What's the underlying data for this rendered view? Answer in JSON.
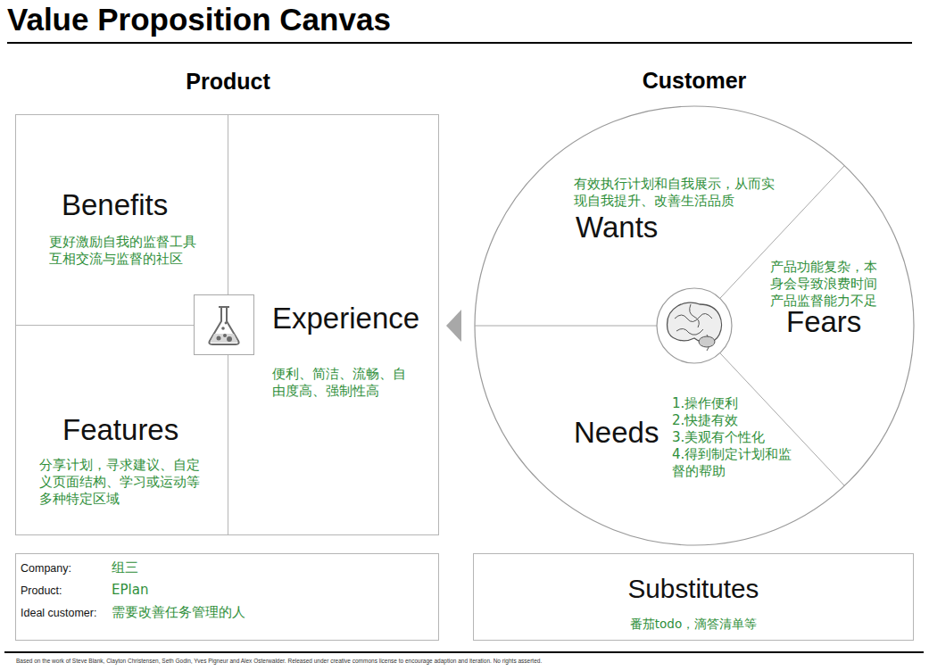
{
  "diagram": {
    "title": "Value Proposition Canvas",
    "nodes": [
      {
        "text": [
          "Product"
        ]
      },
      {
        "text": [
          "Benefits",
          "更好激励自我的监督工具 互相交流与监督的社区"
        ],
        "in": 0
      },
      {
        "text": [
          "Features",
          "分享计划，寻求建议、自定义页面结构、学习或运动等多种特定区域"
        ],
        "in": 0
      },
      {
        "text": [
          "Experience",
          "便利、简洁、流畅、自由度高、强制性高"
        ],
        "in": 0
      },
      {
        "text": [
          "Customer"
        ]
      },
      {
        "text": [
          "Wants",
          "有效执行计划和自我展示，从而实现自我提升、改善生活品质"
        ],
        "in": 4
      },
      {
        "text": [
          "Fears",
          "产品功能复杂，本身会导致浪费时间 产品监督能力不足"
        ],
        "in": 4
      },
      {
        "text": [
          "Needs",
          "1.操作便利 2.快捷有效 3.美观有个性化 4.得到制定计划和监督的帮助"
        ],
        "in": 4
      },
      {
        "text": [
          "Company:",
          "组三",
          "Product:",
          "EPlan",
          "Ideal customer:",
          "需要改善任务管理的人"
        ]
      },
      {
        "text": [
          "Substitutes",
          "番茄todo，滴答清单等"
        ]
      }
    ],
    "labels": [
      "Based on the work of Steve Blank, Clayton Christensen, Seth Godin, Yves Pigneur and Alex Osterwalder. Released under creative commons license to encourage adaption and iteration. No rights asserted."
    ]
  }
}
